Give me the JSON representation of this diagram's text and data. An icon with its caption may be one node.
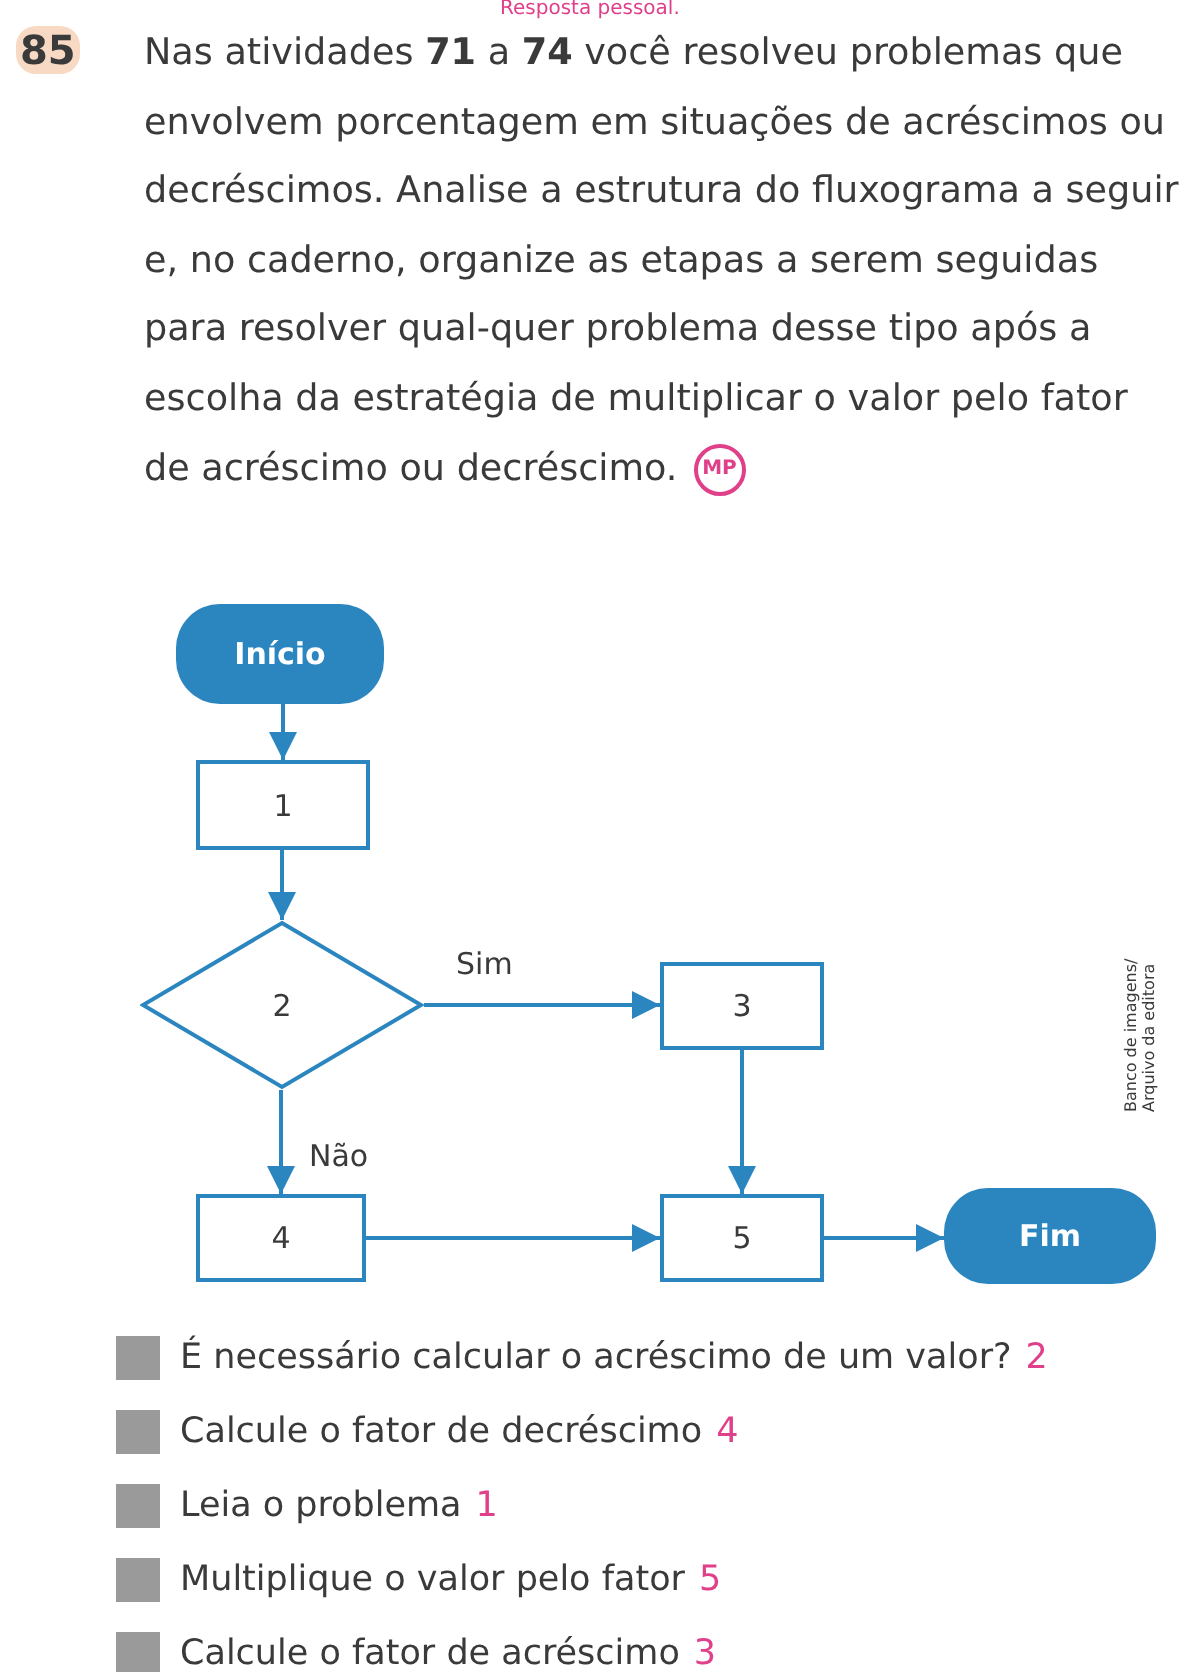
{
  "diagram": {
    "nodes": [
      {
        "text": [
          "Início"
        ]
      },
      {
        "text": [
          "1"
        ]
      },
      {
        "text": [
          "2"
        ]
      },
      {
        "text": [
          "3"
        ]
      },
      {
        "text": [
          "4"
        ]
      },
      {
        "text": [
          "5"
        ]
      },
      {
        "text": [
          "Fim"
        ]
      }
    ],
    "edges": [
      {
        "from": 0,
        "to": 1,
        "arrow": "to"
      },
      {
        "from": 1,
        "to": 2,
        "arrow": "to"
      },
      {
        "from": 2,
        "to": 3,
        "arrow": "to",
        "label": "Sim"
      },
      {
        "from": 2,
        "to": 4,
        "arrow": "to",
        "label": "Não"
      },
      {
        "from": 3,
        "to": 5,
        "arrow": "to"
      },
      {
        "from": 4,
        "to": 5,
        "arrow": "to"
      },
      {
        "from": 5,
        "to": 6,
        "arrow": "to"
      }
    ],
    "labels": [
      "Resposta pessoal.",
      "85",
      "Nas atividades **71** a **74** você resolveu problemas que envolvem porcentagem em situações de acréscimos ou decréscimos. Analise a estrutura do fluxograma a seguir e, no caderno, organize as etapas a serem seguidas para resolver qual-quer problema desse tipo após a escolha da estratégia de multiplicar o valor pelo fator de acréscimo ou decréscimo.",
      "MP",
      "Banco de imagens/ Arquivo da editora",
      "É necessário calcular o acréscimo de um valor?",
      "2",
      "Calcule o fator de decréscimo",
      "4",
      "Leia o problema",
      "1",
      "Multiplique o valor pelo fator",
      "5",
      "Calcule o fator de acréscimo",
      "3"
    ]
  }
}
